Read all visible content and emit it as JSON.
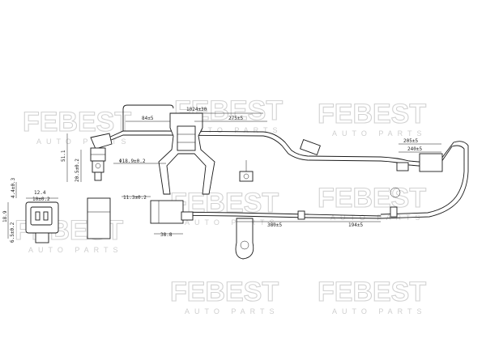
{
  "watermark": {
    "brand": "FEBEST",
    "subtitle": "AUTO PARTS"
  },
  "dimensions": {
    "overall_length": "1024±30",
    "seg_84": "84±5",
    "seg_275": "275±5",
    "seg_205": "205±5",
    "seg_240": "240±5",
    "seg_380": "380±5",
    "seg_194": "194±5",
    "sensor_height": "51.1",
    "sensor_tip": "20.5±0.2",
    "sensor_dia": "Φ18.9±0.2",
    "clip_offset": "11.3±0.2",
    "grommet_len": "38.8",
    "conn_width": "12.4",
    "conn_pin_span": "10±0.2",
    "conn_pin_pitch": "4.4±0.3",
    "conn_height": "18.9",
    "conn_body": "6.5±0.2"
  }
}
